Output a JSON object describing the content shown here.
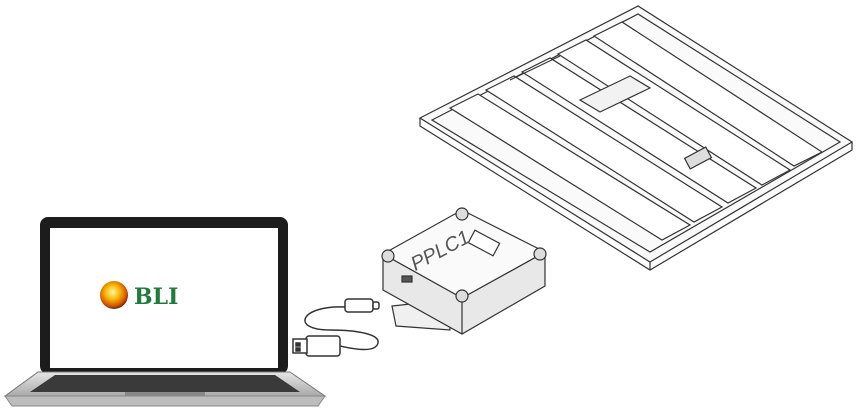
{
  "laptop": {
    "logo_text": "BLI",
    "logo_color": "#1f7a3c",
    "logo_sun_color": "#f5a000"
  },
  "controller": {
    "label": "PPLC1"
  },
  "cable": {
    "connectors": [
      "usb-c",
      "usb-a"
    ]
  },
  "fixture": {
    "type": "led-grow-light-frame"
  }
}
